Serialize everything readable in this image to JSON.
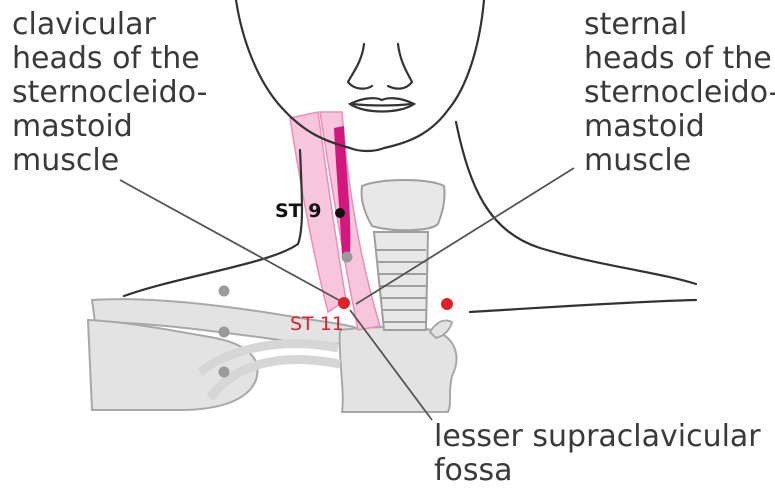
{
  "labels": {
    "clavicular": [
      "clavicular",
      "heads of the",
      "sternocleido-",
      "mastoid",
      "muscle"
    ],
    "sternal": [
      "sternal",
      "heads of the",
      "sternocleido-",
      "mastoid",
      "muscle"
    ],
    "fossa": [
      "lesser supraclavicular",
      "fossa"
    ]
  },
  "points": {
    "st9": "ST 9",
    "st11": "ST 11"
  },
  "colors": {
    "outline": "#333333",
    "bone": "#e3e3e3",
    "bone_edge": "#a8a8a8",
    "muscle_light": "#f7c6dc",
    "muscle_dark": "#d4177f",
    "leader": "#555555",
    "active_point": "#e0202a",
    "gray_point": "#9a9a9a",
    "st9_point": "#111111"
  }
}
